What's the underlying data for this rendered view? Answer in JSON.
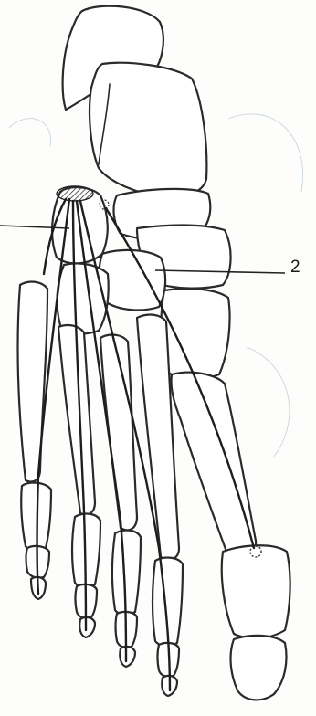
{
  "figure": {
    "kind": "anatomical line drawing: plantar view of foot skeleton with tendon slips",
    "callouts": [
      {
        "id": "callout-1",
        "label": ""
      },
      {
        "id": "callout-2",
        "label": "2"
      }
    ],
    "colors": {
      "line": "#2a2a2a",
      "paper": "#fdfdfb",
      "hatch": "#333333"
    }
  }
}
